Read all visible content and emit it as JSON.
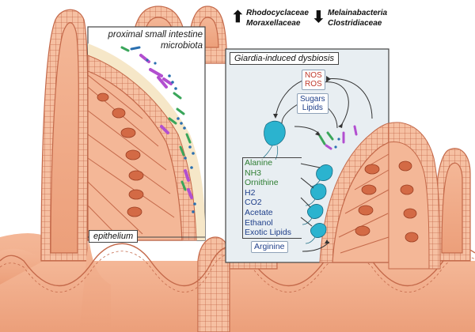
{
  "increased": {
    "arrow_icon": "up-arrow-icon",
    "taxa": [
      "Rhodocyclaceae",
      "Moraxellaceae"
    ]
  },
  "decreased": {
    "arrow_icon": "down-arrow-icon",
    "taxa": [
      "Melainabacteria",
      "Clostridiaceae"
    ]
  },
  "left_panel": {
    "title_line1": "proximal small intestine",
    "title_line2": "microbiota"
  },
  "epithelium_label": "epithelium",
  "right_panel": {
    "title": "Giardia-induced dysbiosis",
    "nos": "NOS",
    "ros": "ROS",
    "sugars": "Sugars",
    "lipids": "Lipids",
    "metabolites": [
      {
        "text": "Alanine",
        "color": "#2e7d32"
      },
      {
        "text": "NH3",
        "color": "#2e7d32"
      },
      {
        "text": "Ornithine",
        "color": "#2e7d32"
      },
      {
        "text": "H2",
        "color": "#1f3f8a"
      },
      {
        "text": "CO2",
        "color": "#1f3f8a"
      },
      {
        "text": "Acetate",
        "color": "#1f3f8a"
      },
      {
        "text": "Ethanol",
        "color": "#1f3f8a"
      },
      {
        "text": "Exotic Lipids",
        "color": "#1f3f8a"
      }
    ],
    "arginine": "Arginine"
  },
  "colors": {
    "tissue": "#f1ad8a",
    "tissue_dark": "#c4694a",
    "nucleus": "#d36a45",
    "mucus": "#f6e7c8",
    "panel_bg": "#e8eef2",
    "nos_ros": "#c0392b",
    "sugars_lipids": "#1f3f8a",
    "giardia": "#2bb3cf",
    "bacteria_purple": "#b24fd0",
    "bacteria_green": "#3aa65a",
    "bacteria_blue": "#2a6fb0"
  }
}
